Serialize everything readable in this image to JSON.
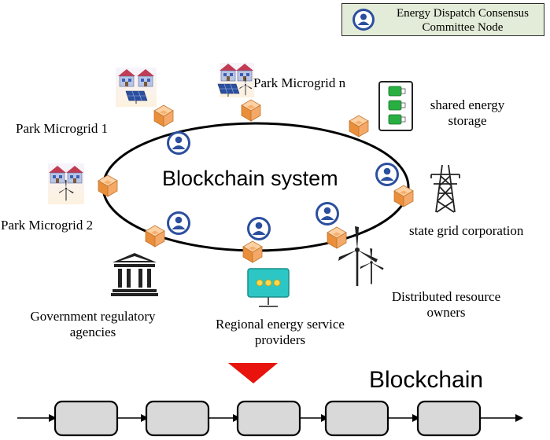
{
  "legend": {
    "text": "Energy Dispatch Consensus Committee Node",
    "icon": "consensus-node-icon"
  },
  "center_label": "Blockchain system",
  "participants": {
    "park_microgrid_1": "Park Microgrid 1",
    "park_microgrid_2": "Park Microgrid 2",
    "park_microgrid_n": "Park Microgrid n",
    "shared_storage": [
      "shared energy",
      "storage"
    ],
    "state_grid": "state grid corporation",
    "distributed_owners": [
      "Distributed resource",
      "owners"
    ],
    "regional_providers": [
      "Regional energy service",
      "providers"
    ],
    "government": [
      "Government regulatory",
      "agencies"
    ]
  },
  "chain_label": "Blockchain",
  "chain_block_count": 5,
  "colors": {
    "legend_bg": "#e3ecd8",
    "node_orange": "#f2a662",
    "person_blue": "#2b4f9e",
    "arrow_red": "#e8130c",
    "block_fill": "#d9d9d9",
    "battery_green": "#27b041",
    "monitor_teal": "#2cc7c4"
  }
}
